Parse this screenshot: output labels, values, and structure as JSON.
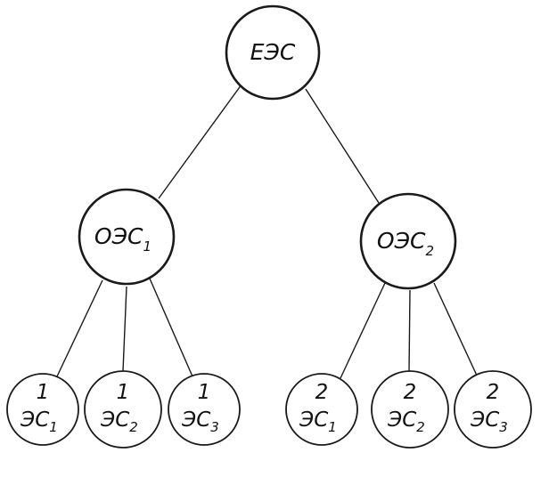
{
  "tree": {
    "root": {
      "label": "ЕЭС"
    },
    "left": {
      "label": "ОЭС",
      "subscript": "1",
      "children": [
        {
          "top": "1",
          "label": "ЭС",
          "subscript": "1"
        },
        {
          "top": "1",
          "label": "ЭС",
          "subscript": "2"
        },
        {
          "top": "1",
          "label": "ЭС",
          "subscript": "3"
        }
      ]
    },
    "right": {
      "label": "ОЭС",
      "subscript": "2",
      "children": [
        {
          "top": "2",
          "label": "ЭС",
          "subscript": "1"
        },
        {
          "top": "2",
          "label": "ЭС",
          "subscript": "2"
        },
        {
          "top": "2",
          "label": "ЭС",
          "subscript": "3"
        }
      ]
    }
  }
}
